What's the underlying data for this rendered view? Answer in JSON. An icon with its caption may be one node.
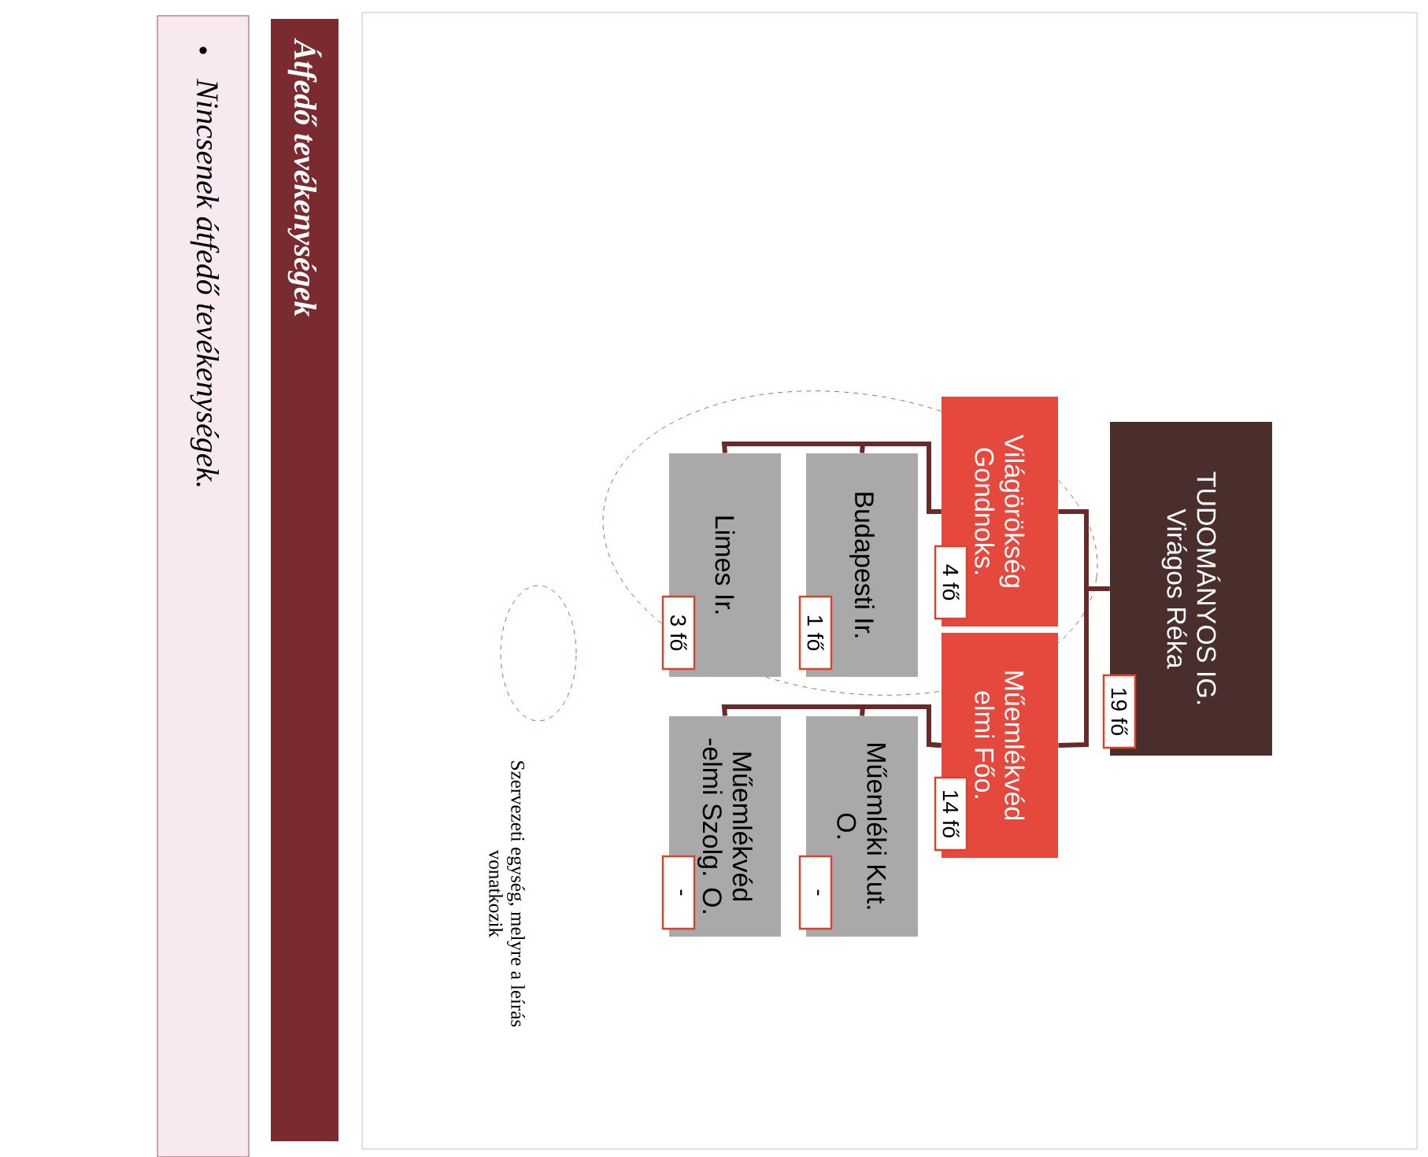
{
  "diagram": {
    "title": "Átfedő tevékenységek",
    "nodes": [
      {
        "text": [
          "TUDOMÁNYOS IG. Virágos Réka",
          "19 fő"
        ]
      },
      {
        "text": [
          "Világörökség Gondnoks.",
          "4 fő"
        ]
      },
      {
        "text": [
          "Műemlékvéd elmi Főo.",
          "14 fő"
        ]
      },
      {
        "text": [
          "Budapesti Ir.",
          "1 fő"
        ]
      },
      {
        "text": [
          "Limes Ir.",
          "3 fő"
        ]
      },
      {
        "text": [
          "Műemléki Kut. O.",
          "-"
        ]
      },
      {
        "text": [
          "Műemlékvéd -elmi Szolg. O.",
          "-"
        ]
      }
    ],
    "edges": [
      {
        "from": 0,
        "to": 1,
        "arrow": "none"
      },
      {
        "from": 0,
        "to": 2,
        "arrow": "none"
      },
      {
        "from": 1,
        "to": 3,
        "arrow": "none"
      },
      {
        "from": 1,
        "to": 4,
        "arrow": "none"
      },
      {
        "from": 2,
        "to": 5,
        "arrow": "none"
      },
      {
        "from": 2,
        "to": 6,
        "arrow": "none"
      }
    ],
    "labels": [
      "Nincsenek átfedő tevékenységek."
    ],
    "legend": [
      {
        "text": "Szervezeti egység, melyre a leírás vonatkozik"
      }
    ]
  }
}
